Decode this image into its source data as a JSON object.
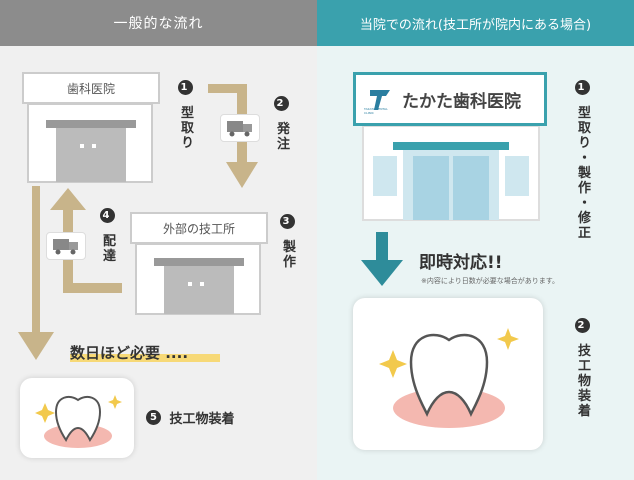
{
  "left": {
    "header": "一般的な流れ",
    "clinic_sign": "歯科医院",
    "lab_sign": "外部の技工所",
    "step1": {
      "num": "1",
      "label": "型取り"
    },
    "step2": {
      "num": "2",
      "label": "発注"
    },
    "step3": {
      "num": "3",
      "label": "製作"
    },
    "step4": {
      "num": "4",
      "label": "配達"
    },
    "step5": {
      "num": "5",
      "label": "技工物装着"
    },
    "note": "数日ほど必要 ...."
  },
  "right": {
    "header": "当院での流れ(技工所が院内にある場合)",
    "clinic_sign": "たかた歯科医院",
    "logo_text": "TAKATA DENTAL CLINIC",
    "step1": {
      "num": "1",
      "label": "型取り・製作・修正"
    },
    "step2": {
      "num": "2",
      "label": "技工物装着"
    },
    "instant": "即時対応!!",
    "footnote": "※内容により日数が必要な場合があります。"
  },
  "colors": {
    "accent": "#3aa1ad",
    "arrow_tan": "#c8b48a",
    "highlight": "#f7d977",
    "tooth_gum": "#f4b8b0"
  }
}
